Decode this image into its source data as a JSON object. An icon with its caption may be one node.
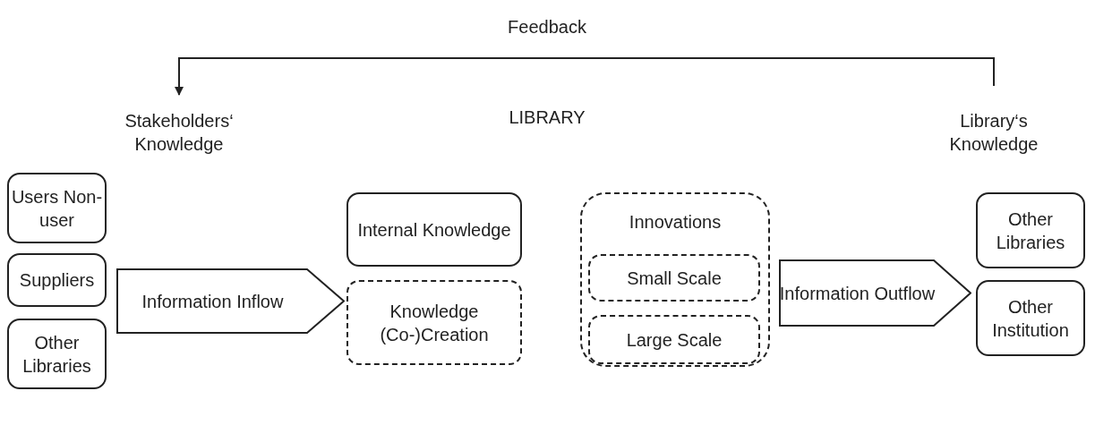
{
  "diagram": {
    "nodes": [
      {
        "text": [
          "Stakeholders‘ Knowledge"
        ]
      },
      {
        "text": [
          "Library‘s Knowledge"
        ]
      },
      {
        "text": [
          "Users Non-user"
        ]
      },
      {
        "text": [
          "Suppliers"
        ]
      },
      {
        "text": [
          "Other Libraries"
        ]
      },
      {
        "text": [
          "Information Inflow"
        ]
      },
      {
        "text": [
          "Internal Knowledge"
        ]
      },
      {
        "text": [
          "Knowledge (Co-)Creation"
        ]
      },
      {
        "text": [
          "Innovations"
        ]
      },
      {
        "text": [
          "Small Scale"
        ],
        "in": 8
      },
      {
        "text": [
          "Large Scale"
        ],
        "in": 8
      },
      {
        "text": [
          "Information Outflow"
        ]
      },
      {
        "text": [
          "Other Libraries"
        ]
      },
      {
        "text": [
          "Other Institution"
        ]
      }
    ],
    "edges": [
      {
        "from": 1,
        "to": 0,
        "arrow": "to",
        "label": "Feedback"
      }
    ],
    "labels": [
      "LIBRARY"
    ]
  }
}
